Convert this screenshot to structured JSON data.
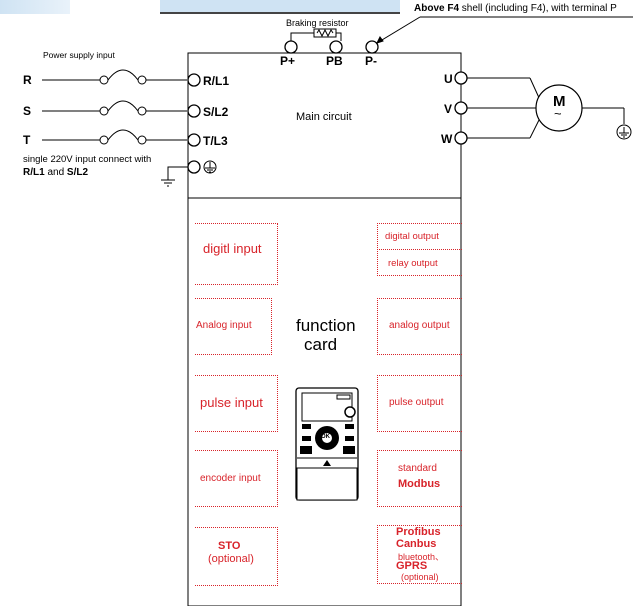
{
  "header": {
    "braking_resistor": "Braking  resistor",
    "above_f4_bold": "Above F4",
    "above_f4_rest": " shell (including F4), with terminal P"
  },
  "power": {
    "title": "Power  supply  input",
    "inputs": [
      "R",
      "S",
      "T"
    ],
    "note_line1": "single  220V  input  connect  with",
    "note_bold1": "R/L1",
    "note_and": " and ",
    "note_bold2": "S/L2"
  },
  "terminals": {
    "left": [
      "R/L1",
      "S/L2",
      "T/L3"
    ],
    "top": [
      "P+",
      "PB",
      "P-"
    ],
    "right": [
      "U",
      "V",
      "W"
    ]
  },
  "main_circuit": "Main   circuit",
  "motor": {
    "label": "M",
    "symbol": "~"
  },
  "function_card": {
    "line1": "function",
    "line2": "card"
  },
  "left_modules": [
    "digitl  input",
    "Analog  input",
    "pulse  input",
    "encoder  input",
    "STO",
    "(optional)"
  ],
  "right_modules": {
    "digital_output": "digital  output",
    "relay_output": "relay  output",
    "analog_output": "analog  output",
    "pulse_output": "pulse  output",
    "standard": "standard",
    "modbus": "Modbus",
    "profibus": "Profibus",
    "canbus": "Canbus",
    "bluetooth": "bluetooth、",
    "gprs": "GPRS",
    "optional": "(optional)"
  },
  "keypad": {
    "ok": "OK"
  },
  "colors": {
    "accent": "#d8232a",
    "banner": "#cfe3f3"
  }
}
